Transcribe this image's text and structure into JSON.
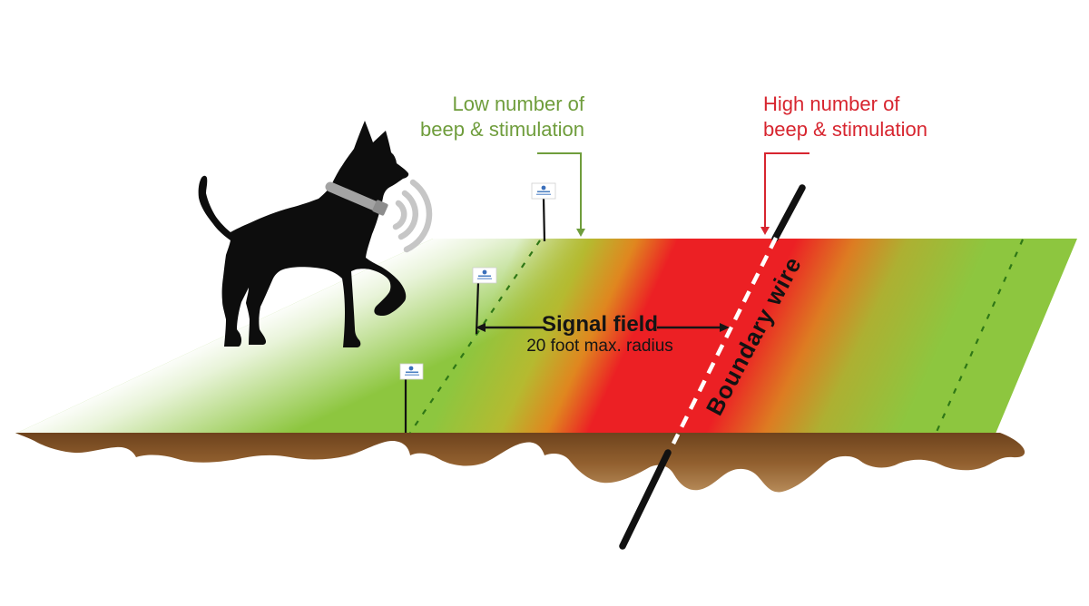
{
  "diagram": {
    "title_hint": "invisible dog fence boundary-wire diagram",
    "low_label": {
      "line1": "Low number of",
      "line2": "beep & stimulation"
    },
    "high_label": {
      "line1": "High number of",
      "line2": "beep & stimulation"
    },
    "signal_field": {
      "title": "Signal field",
      "subtitle": "20 foot max. radius"
    },
    "boundary_wire_label": "Boundary wire",
    "icons": [
      "dog-silhouette-icon",
      "collar-icon",
      "signal-waves-icon",
      "boundary-flag-icon",
      "boundary-wire-line",
      "dashed-limit-line",
      "soil-icon"
    ],
    "colors": {
      "grass_green": "#8dc63f",
      "danger_red": "#ec2024",
      "warning_orange": "#e0861f",
      "low_label_green": "#6f9d3c",
      "high_label_red": "#d7252f",
      "soil_brown": "#8a5a2e",
      "collar_gray": "#a3a3a3",
      "wave_gray": "#c6c6c6",
      "flag_blue": "#3a6fba",
      "dashed_line_green": "#2f7716"
    }
  }
}
